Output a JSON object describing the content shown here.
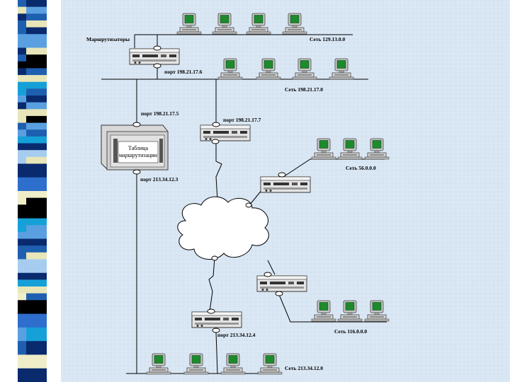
{
  "labels": {
    "routers": "Маршрутизаторы",
    "net_129": "Сеть 129.13.0.0",
    "port_17_6": "порт 198.21.17.6",
    "net_198": "Сеть 198.21.17.0",
    "port_17_5": "порт 198.21.17.5",
    "port_17_7": "порт 198.21.17.7",
    "table_line1": "Таблица",
    "table_line2": "маршрутизации",
    "port_12_3": "порт 213.34.12.3",
    "net_56": "Сеть 56.0.0.0",
    "net_116": "Сеть 116.0.0.0",
    "port_12_4": "порт 213.34.12.4",
    "net_213": "Сеть 213.34.12.0"
  },
  "colors": {
    "background": "#dce8f4",
    "screen": "#1e8a2e",
    "stripe_palette": [
      "#1f5fb0",
      "#0a2a6e",
      "#5aa0e0",
      "#e8e6b8",
      "#000000",
      "#16a0d8",
      "#a6cdf0",
      "#2e6ecc",
      "#f0eec8"
    ]
  }
}
